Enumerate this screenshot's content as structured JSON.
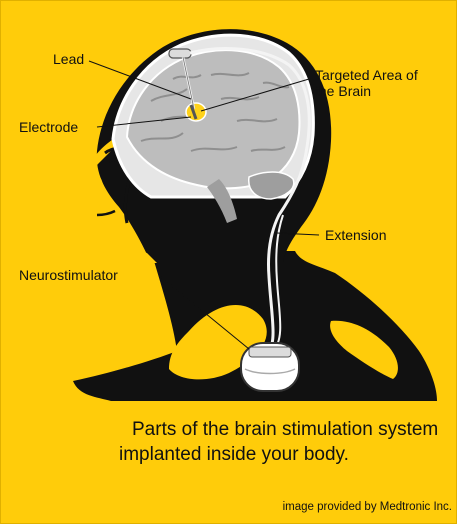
{
  "labels": {
    "lead": "Lead",
    "targeted_area": [
      "Targeted Area of",
      "the Brain"
    ],
    "electrode": "Electrode",
    "extension": "Extension",
    "neurostimulator": "Neurostimulator"
  },
  "caption": [
    "Parts of the brain stimulation system",
    "implanted inside your body."
  ],
  "credit": "image provided by Medtronic Inc.",
  "colors": {
    "background": "#FFCC0A",
    "silhouette": "#111111",
    "brain": "#BDBDBD",
    "target": "#FFD21A"
  }
}
